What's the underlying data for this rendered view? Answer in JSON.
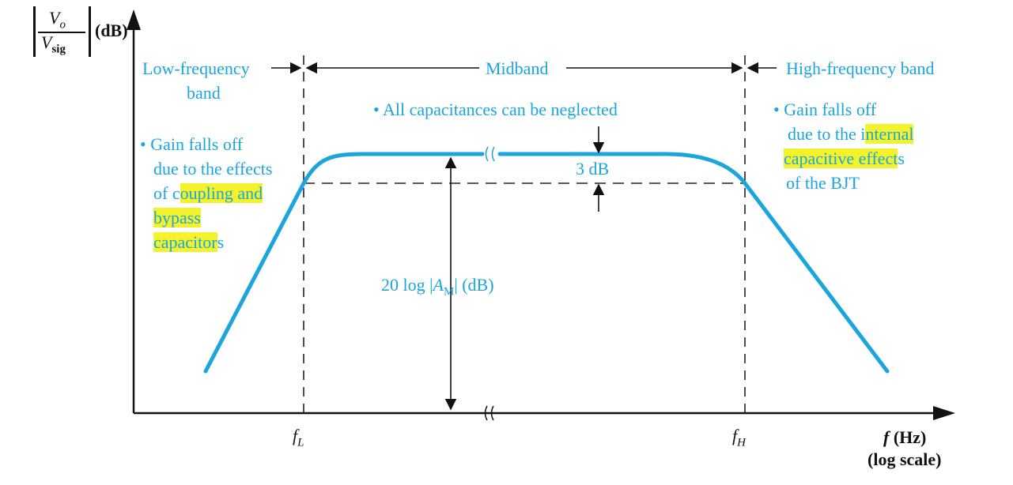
{
  "colors": {
    "curve": "#1aa6dd",
    "axis": "#111111",
    "dash": "#222222",
    "highlight": "#f4f22a",
    "text_blue": "#1aa6dd"
  },
  "yaxis": {
    "num": "V",
    "num_sub": "o",
    "den": "V",
    "den_sub": "sig",
    "unit": "(dB)"
  },
  "xaxis": {
    "f": "f",
    "unit": "(Hz)",
    "scale": "(log scale)"
  },
  "markers": {
    "fL": "f",
    "fL_sub": "L",
    "fH": "f",
    "fH_sub": "H"
  },
  "bands": {
    "low_1": "Low-frequency",
    "low_2": "band",
    "mid": "Midband",
    "high": "High-frequency band"
  },
  "notes": {
    "mid": "• All capacitances can be neglected",
    "low_1": "• Gain falls off",
    "low_2": "due to the effects",
    "low_3a": "of c",
    "low_3b": "oupling and",
    "low_4": "bypass",
    "low_5a": "capacitor",
    "low_5b": "s",
    "high_1": "• Gain falls off",
    "high_2a": "due to the i",
    "high_2b": "nternal",
    "high_3a": "capacitive effect",
    "high_3b": "s",
    "high_4": "of the BJT"
  },
  "annotations": {
    "three_db": "3 dB",
    "gain_pre": "20 log |",
    "gain_A": "A",
    "gain_sub": "M",
    "gain_post": "| (dB)"
  }
}
